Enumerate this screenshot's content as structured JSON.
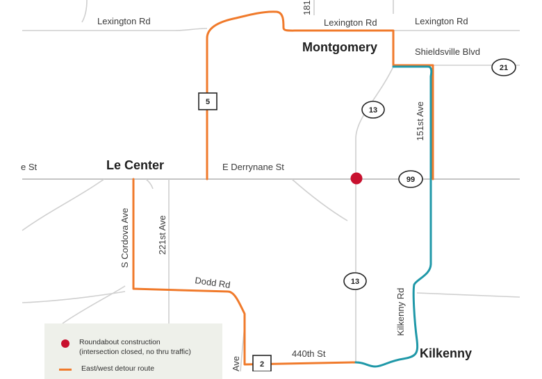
{
  "roads": {
    "lexington_rd_west": "Lexington Rd",
    "lexington_rd_mid": "Lexington Rd",
    "lexington_rd_east": "Lexington Rd",
    "shieldsville_blvd": "Shieldsville Blvd",
    "e_derrynane_st": "E Derrynane St",
    "e_st_partial": "e St",
    "s_cordova_ave": "S Cordova Ave",
    "ave_221st": "221st Ave",
    "ave_151st": "151st Ave",
    "dodd_rd": "Dodd Rd",
    "st_440th": "440th St",
    "kilkenny_rd": "Kilkenny Rd",
    "top_partial": "181",
    "ave_partial": "Ave"
  },
  "towns": {
    "montgomery": "Montgomery",
    "le_center": "Le Center",
    "kilkenny": "Kilkenny"
  },
  "shields": {
    "hwy_5": "5",
    "hwy_2": "2",
    "hwy_13_north": "13",
    "hwy_13_south": "13",
    "hwy_21": "21",
    "hwy_99": "99"
  },
  "legend": {
    "roundabout_label": "Roundabout construction",
    "roundabout_note": "(intersection closed, no thru traffic)",
    "ew_detour_label": "East/west detour route"
  },
  "colors": {
    "east_west_detour": "#f07a2b",
    "north_south_detour": "#1f98a8",
    "roundabout_marker": "#c8102e",
    "roads": "#c4c4c4",
    "legend_background": "#eef0ea"
  }
}
